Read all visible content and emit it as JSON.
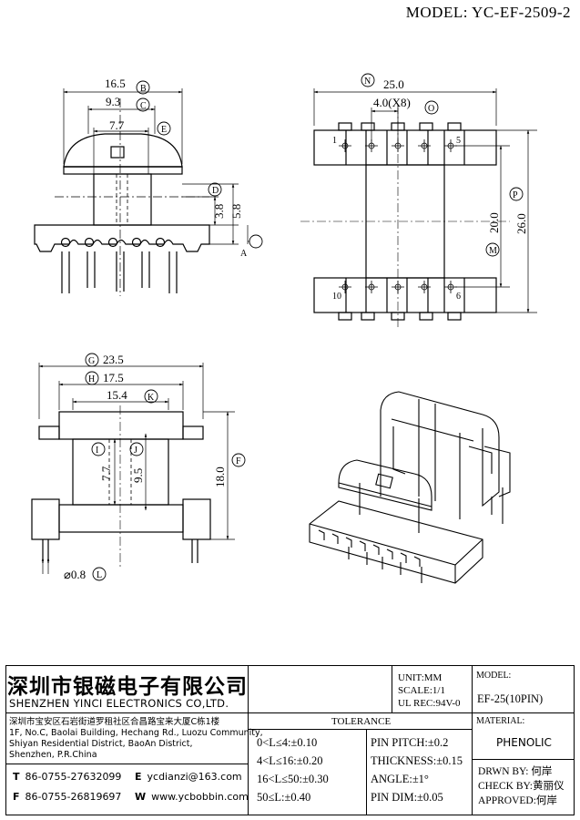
{
  "header": {
    "model_title": "MODEL: YC-EF-2509-2"
  },
  "views": {
    "side": {
      "dim_b": "16.5",
      "label_b": "B",
      "dim_c": "9.3",
      "label_c": "C",
      "dim_e": "7.7",
      "label_e": "E",
      "dim_d": "3.8",
      "label_d": "D",
      "dim_a2": "5.8",
      "label_a": "A"
    },
    "top": {
      "dim_n": "25.0",
      "label_n": "N",
      "dim_o": "4.0(X8)",
      "label_o": "O",
      "dim_m": "20.0",
      "label_m": "M",
      "dim_p": "26.0",
      "label_p": "P",
      "pin1": "1",
      "pin5": "5",
      "pin10": "10",
      "pin6": "6"
    },
    "front": {
      "dim_g": "23.5",
      "label_g": "G",
      "dim_h": "17.5",
      "label_h": "H",
      "dim_k": "15.4",
      "label_k": "K",
      "dim_i": "7.7",
      "label_i": "I",
      "dim_j": "9.5",
      "label_j": "J",
      "dim_f": "18.0",
      "label_f": "F",
      "dim_l": "⌀0.8",
      "label_l": "L"
    }
  },
  "title_block": {
    "company_cn": "深圳市银磁电子有限公司",
    "company_en": "SHENZHEN YINCI ELECTRONICS CO,LTD.",
    "address": [
      "深圳市宝安区石岩街道罗租社区合昌路宝来大厦C栋1楼",
      "1F, No.C, Baolai Building, Hechang Rd., Luozu Community,",
      "Shiyan Residential District, BaoAn District,",
      "Shenzhen, P.R.China"
    ],
    "tel_label": "T",
    "tel": "86-0755-27632099",
    "fax_label": "F",
    "fax": "86-0755-26819697",
    "email_label": "E",
    "email": "ycdianzi@163.com",
    "web_label": "W",
    "web": "www.ycbobbin.com",
    "unit": "UNIT:MM",
    "scale": "SCALE:1/1",
    "ul_rec": "UL REC:94V-0",
    "model_label": "MODEL:",
    "model_value": "EF-25(10PIN)",
    "material_label": "MATERIAL:",
    "material_value": "PHENOLIC",
    "tolerance_title": "TOLERANCE",
    "tolerances_left": [
      "0<L≤4:±0.10",
      "4<L≤16:±0.20",
      "16<L≤50:±0.30",
      "50≤L:±0.40"
    ],
    "tolerances_right": [
      "PIN PITCH:±0.2",
      "THICKNESS:±0.15",
      "ANGLE:±1°",
      "PIN DIM:±0.05"
    ],
    "drawn_by": "DRWN BY: 何岸",
    "check_by": "CHECK BY:黄丽仪",
    "approved": "APPROVED:何岸"
  }
}
